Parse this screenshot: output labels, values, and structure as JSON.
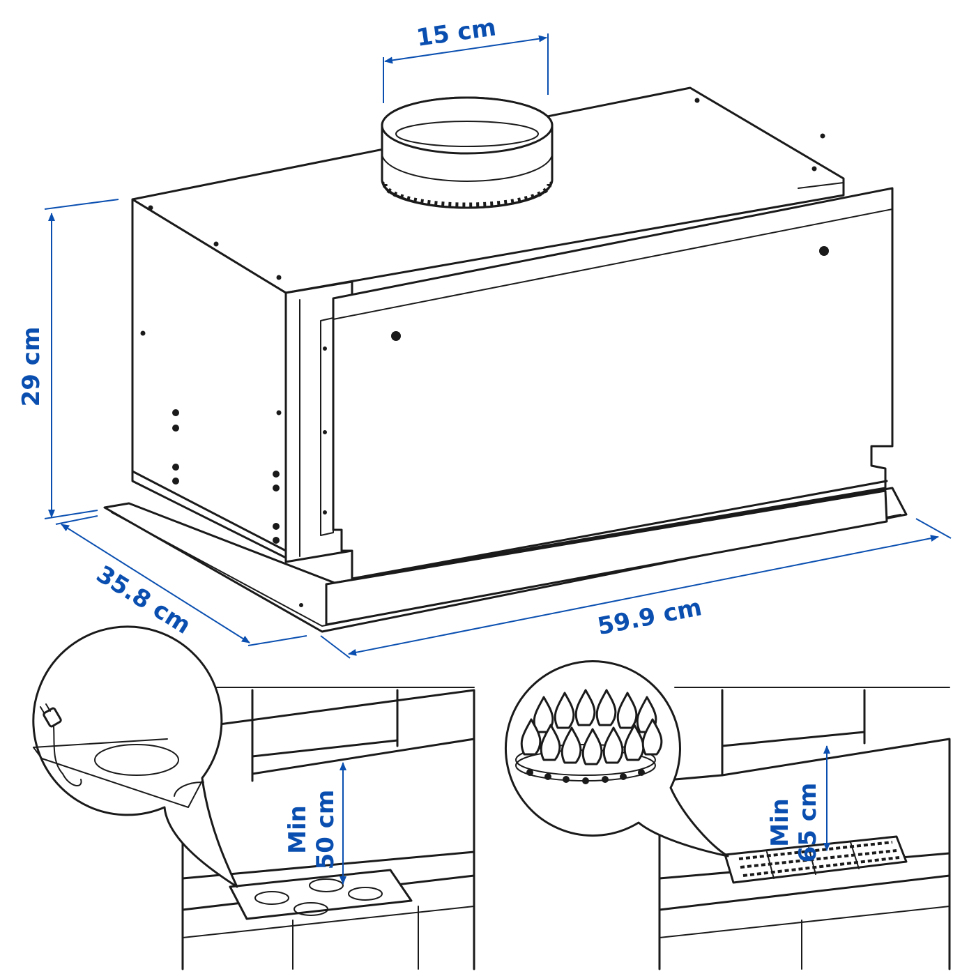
{
  "colors": {
    "dimension": "#0a4fb0",
    "line": "#1a1a1a",
    "background": "#ffffff"
  },
  "dimensions": {
    "duct_diameter": "15 cm",
    "height": "29 cm",
    "depth": "35.8 cm",
    "width": "59.9 cm"
  },
  "clearances": {
    "electric": {
      "line1": "Min",
      "line2": "50 cm"
    },
    "gas": {
      "line1": "Min",
      "line2": "65 cm"
    }
  },
  "icons": [
    "power-plug-icon",
    "electric-hob-icon",
    "gas-burner-flame-icon",
    "gas-hob-icon"
  ]
}
